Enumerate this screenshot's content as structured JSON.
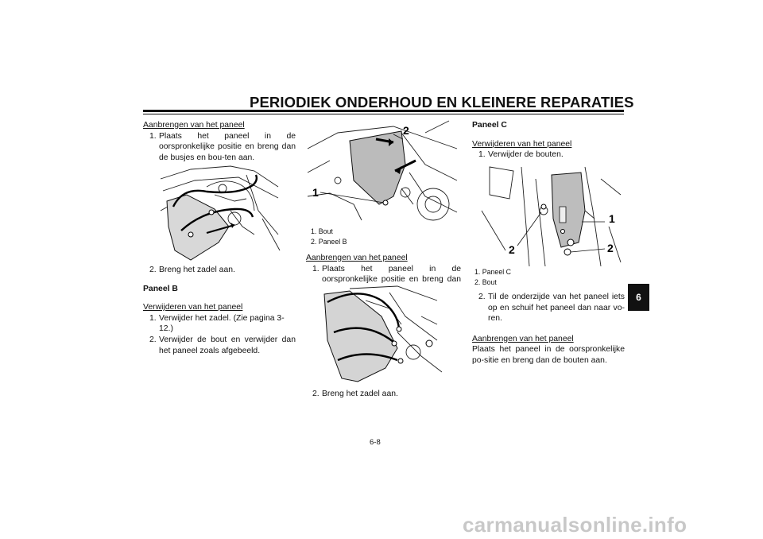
{
  "header": {
    "title": "PERIODIEK ONDERHOUD EN KLEINERE REPARATIES"
  },
  "left": {
    "install_heading": "Aanbrengen van het paneel",
    "install_step1_num": "1.",
    "install_step1": "Plaats het paneel in de oorspronkelijke positie en breng dan de busjes en bou-ten aan.",
    "install_step2_num": "2.",
    "install_step2": "Breng het zadel aan.",
    "panel_b_title": "Paneel B",
    "remove_heading": "Verwijderen van het paneel",
    "remove_step1_num": "1.",
    "remove_step1": "Verwijder het zadel. (Zie pagina 3-12.)",
    "remove_step2_num": "2.",
    "remove_step2": "Verwijder de bout en verwijder dan het paneel zoals afgebeeld."
  },
  "middle": {
    "figure_callout_1": "1",
    "figure_callout_2": "2",
    "caption_1": "1. Bout",
    "caption_2": "2. Paneel B",
    "install_heading": "Aanbrengen van het paneel",
    "install_step1_num": "1.",
    "install_step1": "Plaats het paneel in de oorspronkelijke positie en breng dan de bout aan.",
    "install_step2_num": "2.",
    "install_step2": "Breng het zadel aan."
  },
  "right": {
    "panel_c_title": "Paneel C",
    "remove_heading": "Verwijderen van het paneel",
    "remove_step1_num": "1.",
    "remove_step1": "Verwijder de bouten.",
    "figure_callout_1": "1",
    "figure_callout_2a": "2",
    "figure_callout_2b": "2",
    "caption_1": "1. Paneel C",
    "caption_2": "2. Bout",
    "remove_step2_num": "2.",
    "remove_step2": "Til de onderzijde van het paneel iets op en schuif het paneel dan naar vo-ren.",
    "install_heading": "Aanbrengen van het paneel",
    "install_text": "Plaats het paneel in de oorspronkelijke po-sitie en breng dan de bouten aan."
  },
  "side_tab": {
    "label": "6"
  },
  "footer": {
    "page_number": "6-8"
  },
  "watermark": {
    "text": "carmanualsonline.info"
  }
}
